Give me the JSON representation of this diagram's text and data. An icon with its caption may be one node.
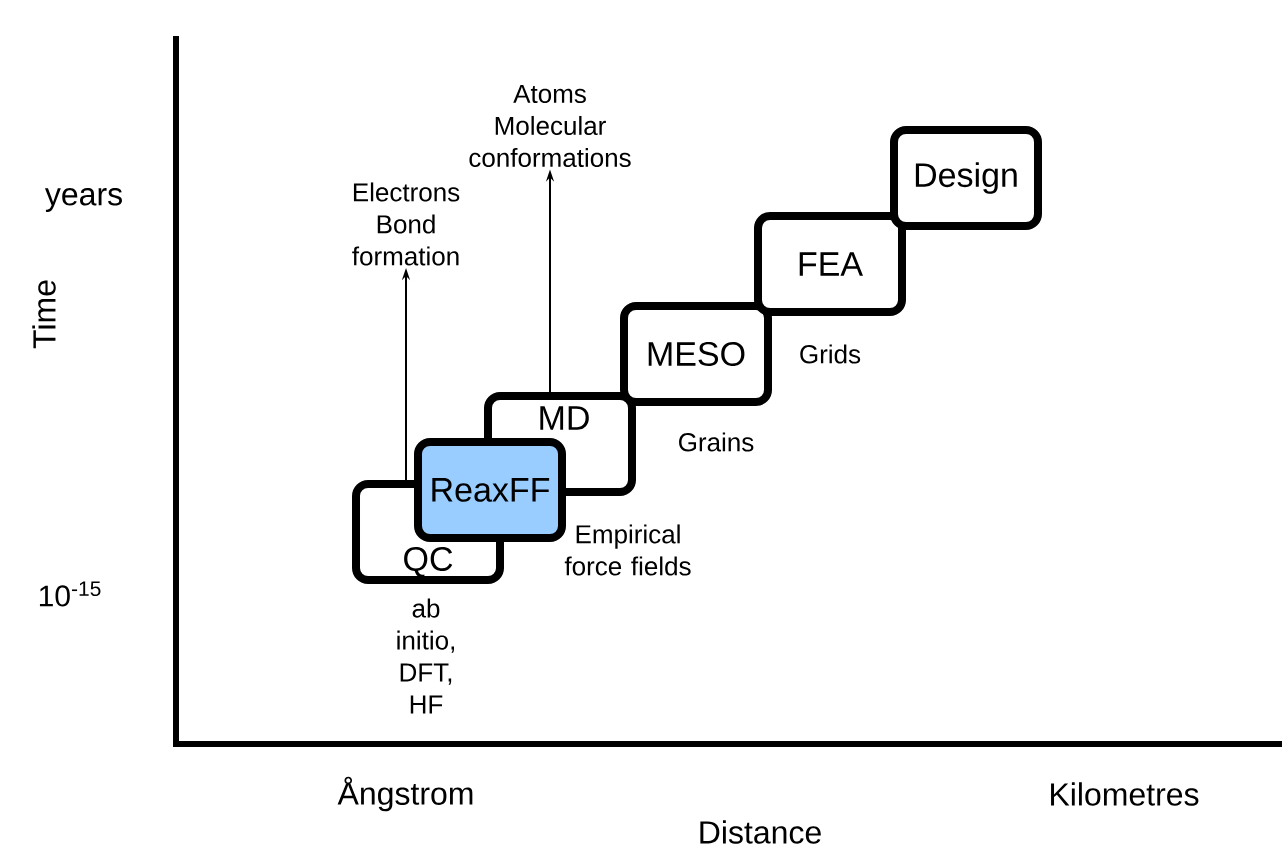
{
  "diagram": {
    "nodes": [
      {
        "text": [
          "QC"
        ],
        "beside": [
          "ab initio, DFT, HF"
        ]
      },
      {
        "text": [
          "ReaxFF"
        ]
      },
      {
        "text": [
          "MD"
        ]
      },
      {
        "text": [
          "MESO"
        ],
        "beside": [
          "Grains"
        ]
      },
      {
        "text": [
          "FEA"
        ],
        "beside": [
          "Grids"
        ]
      },
      {
        "text": [
          "Design"
        ]
      },
      {
        "text": [
          "Electrons Bond formation"
        ]
      },
      {
        "text": [
          "Atoms Molecular conformations"
        ]
      }
    ],
    "edges": [
      {
        "from": 0,
        "to": 6,
        "arrow": "to"
      },
      {
        "from": 2,
        "to": 7,
        "arrow": "to"
      }
    ],
    "labels": [
      "Empirical force fields",
      "years",
      "10$^{-15}$",
      "Time",
      "Ångstrom",
      "Distance",
      "Kilometres"
    ]
  }
}
